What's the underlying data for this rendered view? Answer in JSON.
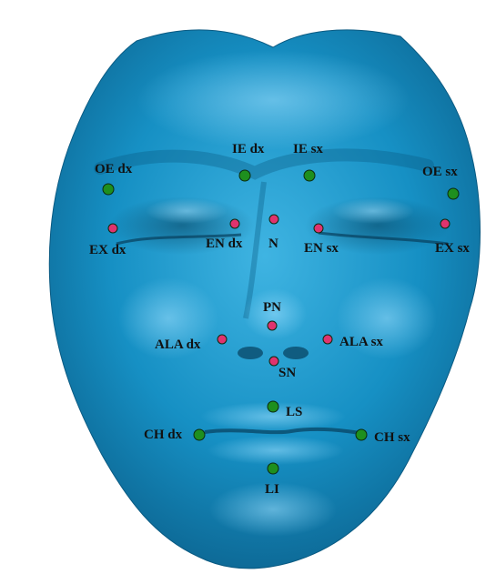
{
  "caption_fragment": "",
  "colors": {
    "face": "#1690c4",
    "face_light": "#3fb4e2",
    "face_dark": "#0b5f8a",
    "landmark_green": "#1e8f1e",
    "landmark_pink": "#e0336e"
  },
  "landmarks": [
    {
      "id": "oe-dx",
      "label": "OE dx",
      "color": "green"
    },
    {
      "id": "ie-dx",
      "label": "IE dx",
      "color": "green"
    },
    {
      "id": "ie-sx",
      "label": "IE sx",
      "color": "green"
    },
    {
      "id": "oe-sx",
      "label": "OE sx",
      "color": "green"
    },
    {
      "id": "ex-dx",
      "label": "EX dx",
      "color": "pink"
    },
    {
      "id": "en-dx",
      "label": "EN dx",
      "color": "pink"
    },
    {
      "id": "n",
      "label": "N",
      "color": "pink"
    },
    {
      "id": "en-sx",
      "label": "EN sx",
      "color": "pink"
    },
    {
      "id": "ex-sx",
      "label": "EX sx",
      "color": "pink"
    },
    {
      "id": "pn",
      "label": "PN",
      "color": "pink"
    },
    {
      "id": "ala-dx",
      "label": "ALA dx",
      "color": "pink"
    },
    {
      "id": "ala-sx",
      "label": "ALA sx",
      "color": "pink"
    },
    {
      "id": "sn",
      "label": "SN",
      "color": "pink"
    },
    {
      "id": "ls",
      "label": "LS",
      "color": "green"
    },
    {
      "id": "ch-dx",
      "label": "CH dx",
      "color": "green"
    },
    {
      "id": "ch-sx",
      "label": "CH sx",
      "color": "green"
    },
    {
      "id": "li",
      "label": "LI",
      "color": "green"
    }
  ]
}
